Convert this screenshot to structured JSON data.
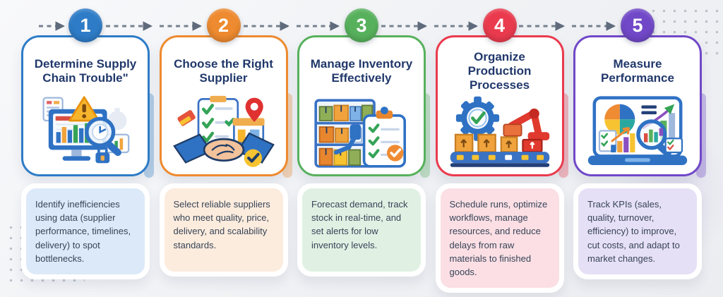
{
  "page": {
    "background": "#eff1f4",
    "connector_color": "#6f7a8a",
    "title_color": "#21386b",
    "description_text_color": "#374458"
  },
  "steps": [
    {
      "number": "1",
      "title": "Determine Supply Chain Trouble\"",
      "description": "Identify inefficiencies using data (supplier performance, timelines, delivery) to spot bottlenecks.",
      "icon": "monitor-analysis-icon",
      "colors": {
        "accent": "#2e7cc7",
        "desc_bg": "#dce9f8"
      }
    },
    {
      "number": "2",
      "title": "Choose the Right Supplier",
      "description": "Select reliable suppliers who meet quality, price, delivery, and scalability standards.",
      "icon": "handshake-checklist-icon",
      "colors": {
        "accent": "#ee8a2f",
        "desc_bg": "#fcecdd"
      }
    },
    {
      "number": "3",
      "title": "Manage Inventory Effectively",
      "description": "Forecast demand, track stock in real-time, and set alerts for low inventory levels.",
      "icon": "inventory-shelf-icon",
      "colors": {
        "accent": "#57b15c",
        "desc_bg": "#e0f1e3"
      }
    },
    {
      "number": "4",
      "title": "Organize Production Processes",
      "description": "Schedule runs, optimize workflows, manage resources, and reduce delays from raw materials to finished goods.",
      "icon": "production-line-icon",
      "colors": {
        "accent": "#ea3b4e",
        "desc_bg": "#fbdfe4"
      }
    },
    {
      "number": "5",
      "title": "Measure Performance",
      "description": "Track KPIs (sales, quality, turnover, efficiency) to improve, cut costs, and adapt to market changes.",
      "icon": "performance-dashboard-icon",
      "colors": {
        "accent": "#7148c8",
        "desc_bg": "#e6e0f6"
      }
    }
  ]
}
